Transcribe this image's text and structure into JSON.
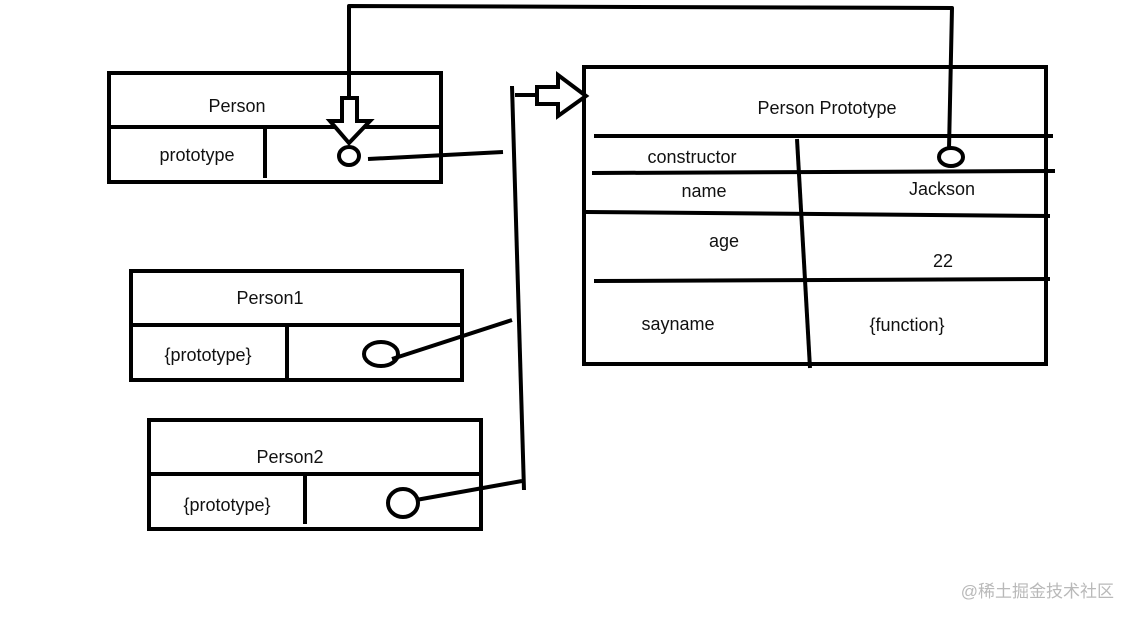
{
  "person": {
    "title": "Person",
    "field": "prototype"
  },
  "person1": {
    "title": "Person1",
    "field": "{prototype}"
  },
  "person2": {
    "title": "Person2",
    "field": "{prototype}"
  },
  "prototype_box": {
    "title": "Person Prototype",
    "rows": [
      {
        "key": "constructor",
        "value": ""
      },
      {
        "key": "name",
        "value": "Jackson"
      },
      {
        "key": "age",
        "value": "22"
      },
      {
        "key": "sayname",
        "value": "{function}"
      }
    ]
  },
  "watermark": "@稀土掘金技术社区",
  "colors": {
    "stroke": "#000000",
    "background": "#ffffff",
    "watermark": "#b9b9b9"
  }
}
